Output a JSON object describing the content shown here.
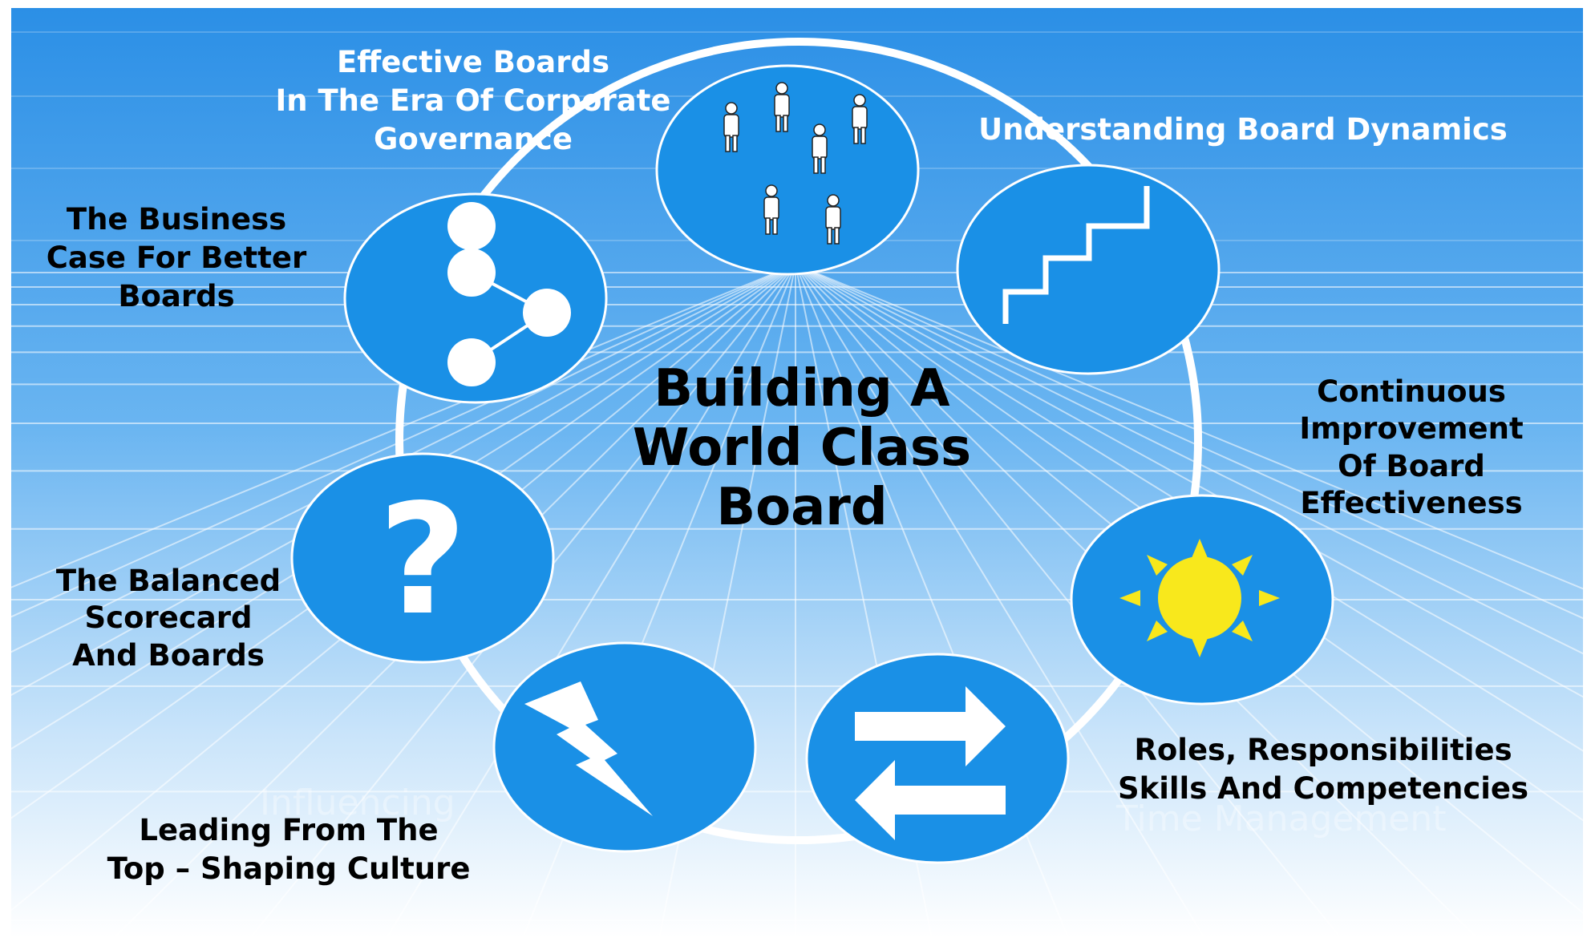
{
  "title": "Building A\nWorld Class\nBoard",
  "colors": {
    "background_top": "#2f93e8",
    "background_bottom": "#ffffff",
    "circle_fill": "#1a90e6",
    "ring": "#ffffff",
    "sun": "#f8e81c"
  },
  "nodes": [
    {
      "icon": "people-icon",
      "label": "Effective Boards\nIn The Era Of Corporate\nGovernance"
    },
    {
      "icon": "staircase-icon",
      "label": "Understanding Board Dynamics"
    },
    {
      "icon": "sun-icon",
      "label": "Continuous\nImprovement\nOf Board\nEffectiveness"
    },
    {
      "icon": "exchange-arrows-icon",
      "label": "Roles, Responsibilities\nSkills And Competencies"
    },
    {
      "icon": "lightning-icon",
      "label": "Leading From The\nTop – Shaping Culture"
    },
    {
      "icon": "question-mark-icon",
      "label": "The Balanced\nScorecard\nAnd Boards"
    },
    {
      "icon": "network-icon",
      "label": "The Business\nCase For Better\nBoards"
    }
  ],
  "ghost_labels": [
    "Influencing",
    "Time Management"
  ]
}
